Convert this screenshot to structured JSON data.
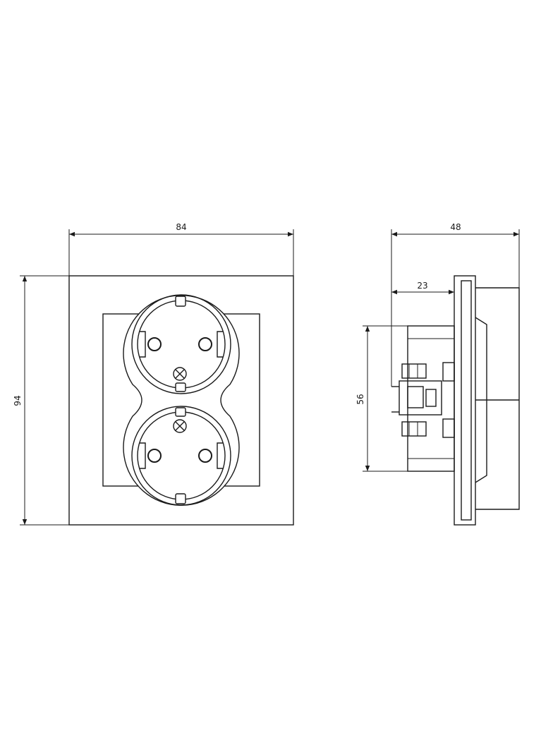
{
  "dimensions": {
    "front_width": "84",
    "front_height": "94",
    "side_depth": "48",
    "side_offset": "23",
    "side_height": "56"
  },
  "colors": {
    "line": "#1a1a1a",
    "background": "#ffffff"
  }
}
